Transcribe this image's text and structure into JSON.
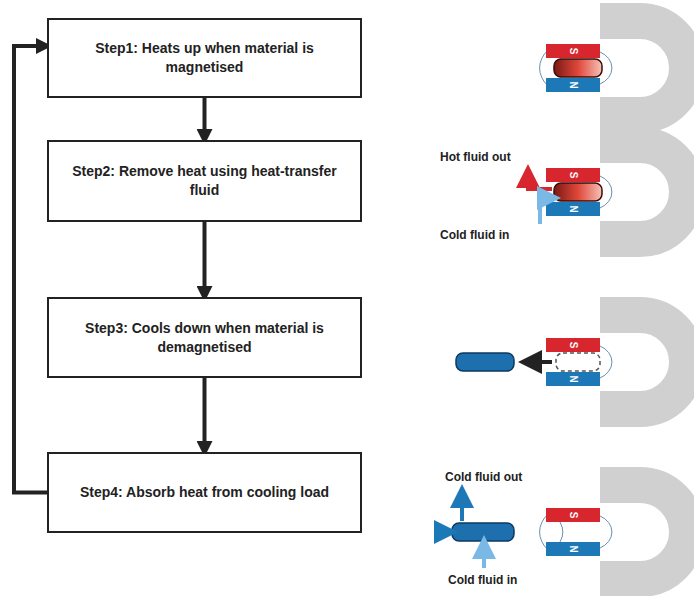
{
  "diagram": {
    "nodes": [
      {
        "text": [
          "Step1: Heats up when material is magnetised"
        ]
      },
      {
        "text": [
          "Step2: Remove heat using heat-transfer fluid"
        ]
      },
      {
        "text": [
          "Step3: Cools down when material is demagnetised"
        ]
      },
      {
        "text": [
          "Step4: Absorb heat from cooling load"
        ]
      }
    ],
    "edges": [
      {
        "from": 0,
        "to": 1,
        "arrow": "to"
      },
      {
        "from": 1,
        "to": 2,
        "arrow": "to"
      },
      {
        "from": 2,
        "to": 3,
        "arrow": "to"
      },
      {
        "from": 3,
        "to": 0,
        "arrow": "to"
      }
    ],
    "labels": [
      "S",
      "N",
      "Hot fluid out",
      "Cold fluid in",
      "S",
      "N",
      "S",
      "N",
      "Cold fluid out",
      "Cold fluid in",
      "S",
      "N"
    ]
  }
}
